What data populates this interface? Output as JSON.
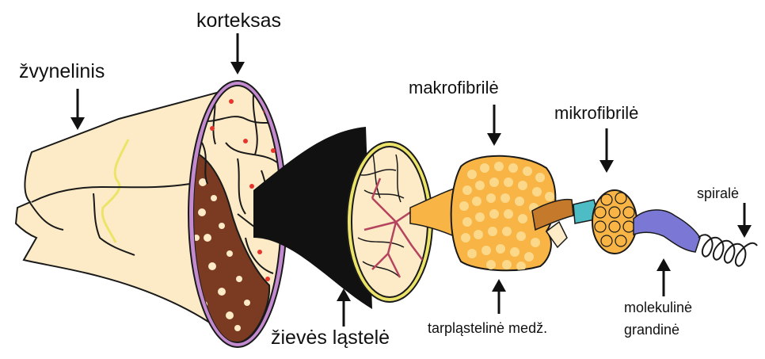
{
  "labels": {
    "scale": "žvynelinis",
    "cortex": "korteksas",
    "cortex_cell": "žievės ląstelė",
    "macrofibril": "makrofibrilė",
    "matrix": "tarpląstelinė medž.",
    "microfibril": "mikrofibrilė",
    "chain_line1": "molekulinė",
    "chain_line2": "grandinė",
    "helix": "spiralė"
  },
  "colors": {
    "cream": "#fcebc6",
    "outline": "#1a1a1a",
    "cuticle_purple": "#c48ad0",
    "medulla_brown": "#7a3b22",
    "red_dot": "#e8352c",
    "yellow_ring": "#ece469",
    "cell_pink": "#b5445f",
    "matrix_orange": "#f8b546",
    "dot_yellow": "#fbd88a",
    "teal": "#4dbcc5",
    "violet": "#7a78d4"
  }
}
